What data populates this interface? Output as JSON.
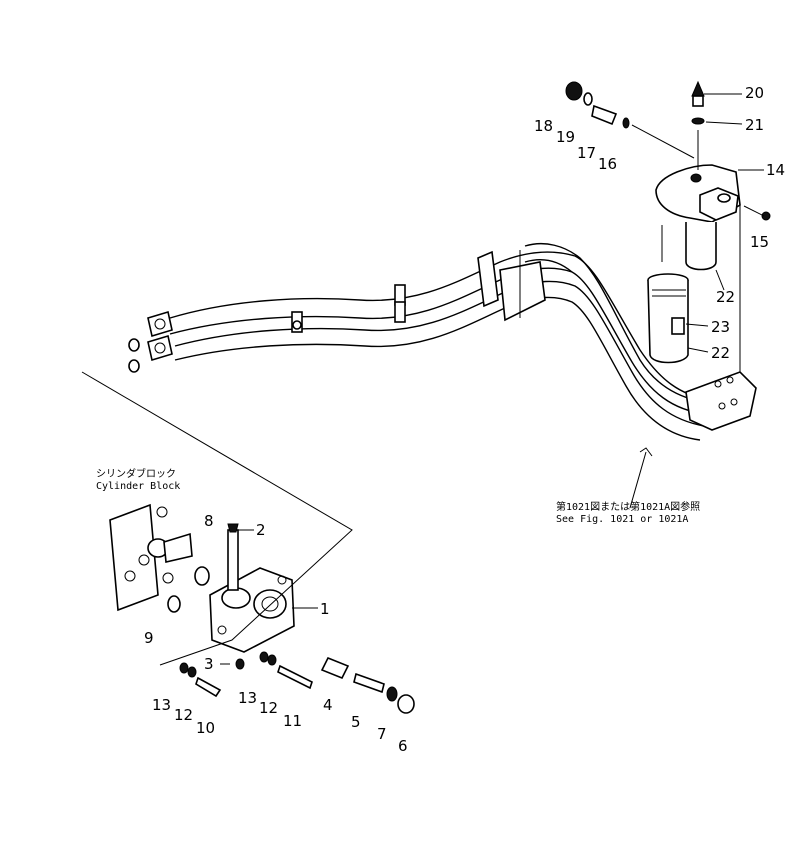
{
  "labels": {
    "p1": "1",
    "p2": "2",
    "p3": "3",
    "p4": "4",
    "p5": "5",
    "p6": "6",
    "p7": "7",
    "p8": "8",
    "p9": "9",
    "p10": "10",
    "p11": "11",
    "p12a": "12",
    "p12b": "12",
    "p13a": "13",
    "p13b": "13",
    "p14": "14",
    "p15": "15",
    "p16": "16",
    "p17": "17",
    "p18": "18",
    "p19": "19",
    "p20": "20",
    "p21": "21",
    "p22a": "22",
    "p22b": "22",
    "p23": "23"
  },
  "captions": {
    "cylinder_jp": "シリンダブロック",
    "cylinder_en": "Cylinder  Block",
    "see_fig_jp": "第1021図または第1021A図参照",
    "see_fig_en": "See  Fig.  1021  or  1021A"
  }
}
